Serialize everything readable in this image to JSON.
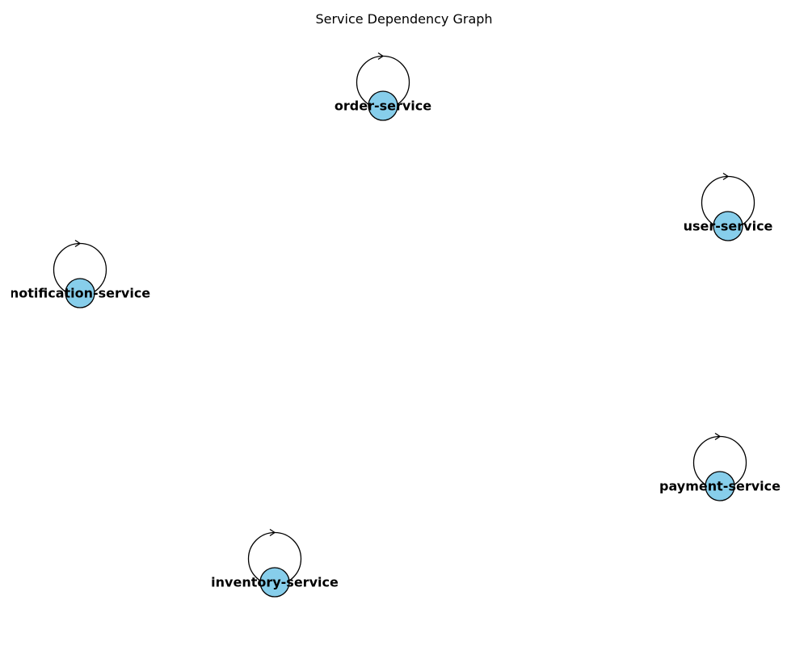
{
  "title": "Service Dependency Graph",
  "colors": {
    "node_fill": "#87ceeb",
    "node_stroke": "#000000",
    "edge": "#000000",
    "background": "#ffffff"
  },
  "nodes": [
    {
      "id": "order-service",
      "label": "order-service"
    },
    {
      "id": "user-service",
      "label": "user-service"
    },
    {
      "id": "notification-service",
      "label": "notification-service"
    },
    {
      "id": "payment-service",
      "label": "payment-service"
    },
    {
      "id": "inventory-service",
      "label": "inventory-service"
    }
  ],
  "edges": [
    {
      "source": "order-service",
      "target": "order-service"
    },
    {
      "source": "user-service",
      "target": "user-service"
    },
    {
      "source": "notification-service",
      "target": "notification-service"
    },
    {
      "source": "payment-service",
      "target": "payment-service"
    },
    {
      "source": "inventory-service",
      "target": "inventory-service"
    }
  ]
}
